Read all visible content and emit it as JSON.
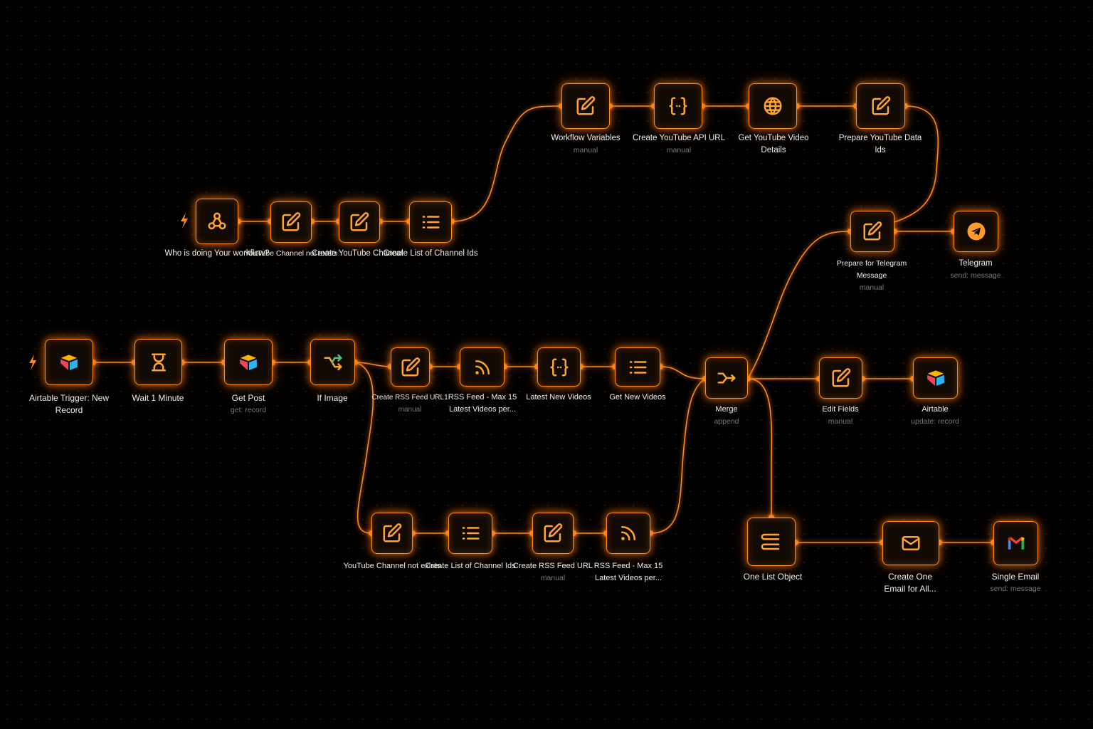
{
  "canvas": {
    "accent": "#ff8a1f",
    "background": "#000000"
  },
  "nodes": {
    "who_is_doing": {
      "label": "Who is doing Your workflow?",
      "sub": "",
      "icon": "webhook-icon"
    },
    "yt_not_exists_top": {
      "label": "YouTube Channel not exists",
      "sub": "",
      "icon": "edit-icon"
    },
    "create_yt_channel": {
      "label": "Create YouTube Channel",
      "sub": "",
      "icon": "edit-icon"
    },
    "create_list_ids_top": {
      "label": "Create List of Channel Ids",
      "sub": "",
      "icon": "list-icon"
    },
    "workflow_vars": {
      "label": "Workflow Variables",
      "sub": "manual",
      "icon": "edit-icon"
    },
    "create_api_url": {
      "label": "Create YouTube API URL",
      "sub": "manual",
      "icon": "code-braces-icon"
    },
    "get_video_details": {
      "label": "Get YouTube Video Details",
      "sub": "",
      "icon": "globe-icon"
    },
    "prepare_yt_data": {
      "label": "Prepare YouTube Data Ids",
      "sub": "",
      "icon": "edit-icon"
    },
    "prepare_telegram": {
      "label": "Prepare for Telegram Message",
      "sub": "manual",
      "icon": "edit-icon"
    },
    "telegram": {
      "label": "Telegram",
      "sub": "send: message",
      "icon": "telegram-icon"
    },
    "airtable_trigger": {
      "label": "Airtable Trigger: New Record",
      "sub": "",
      "icon": "airtable-icon"
    },
    "wait": {
      "label": "Wait 1 Minute",
      "sub": "",
      "icon": "hourglass-icon"
    },
    "get_post": {
      "label": "Get Post",
      "sub": "get: record",
      "icon": "airtable-icon"
    },
    "if_image": {
      "label": "If Image",
      "sub": "",
      "icon": "branch-icon"
    },
    "create_rss_url1": {
      "label": "Create RSS Feed URL1",
      "sub": "manual",
      "icon": "edit-icon"
    },
    "rss_feed_1": {
      "label": "RSS Feed - Max 15 Latest Videos per...",
      "sub": "",
      "icon": "rss-icon"
    },
    "latest_new_videos": {
      "label": "Latest New Videos",
      "sub": "",
      "icon": "code-braces-icon"
    },
    "get_new_videos": {
      "label": "Get New Videos",
      "sub": "",
      "icon": "list-icon"
    },
    "merge": {
      "label": "Merge",
      "sub": "append",
      "icon": "merge-icon"
    },
    "edit_fields": {
      "label": "Edit Fields",
      "sub": "manual",
      "icon": "edit-icon"
    },
    "airtable_update": {
      "label": "Airtable",
      "sub": "update: record",
      "icon": "airtable-icon"
    },
    "yt_not_exists_bottom": {
      "label": "YouTube Channel not exists",
      "sub": "",
      "icon": "edit-icon"
    },
    "create_list_ids_bottom": {
      "label": "Create List of Channel Ids",
      "sub": "",
      "icon": "list-icon"
    },
    "create_rss_url": {
      "label": "Create RSS Feed URL",
      "sub": "manual",
      "icon": "edit-icon"
    },
    "rss_feed_2": {
      "label": "RSS Feed - Max 15 Latest Videos per...",
      "sub": "",
      "icon": "rss-icon"
    },
    "one_list_object": {
      "label": "One List Object",
      "sub": "",
      "icon": "flow-list-icon"
    },
    "create_email": {
      "label": "Create One Email for All...",
      "sub": "",
      "icon": "mail-icon"
    },
    "single_email": {
      "label": "Single Email",
      "sub": "send: message",
      "icon": "gmail-icon"
    }
  }
}
